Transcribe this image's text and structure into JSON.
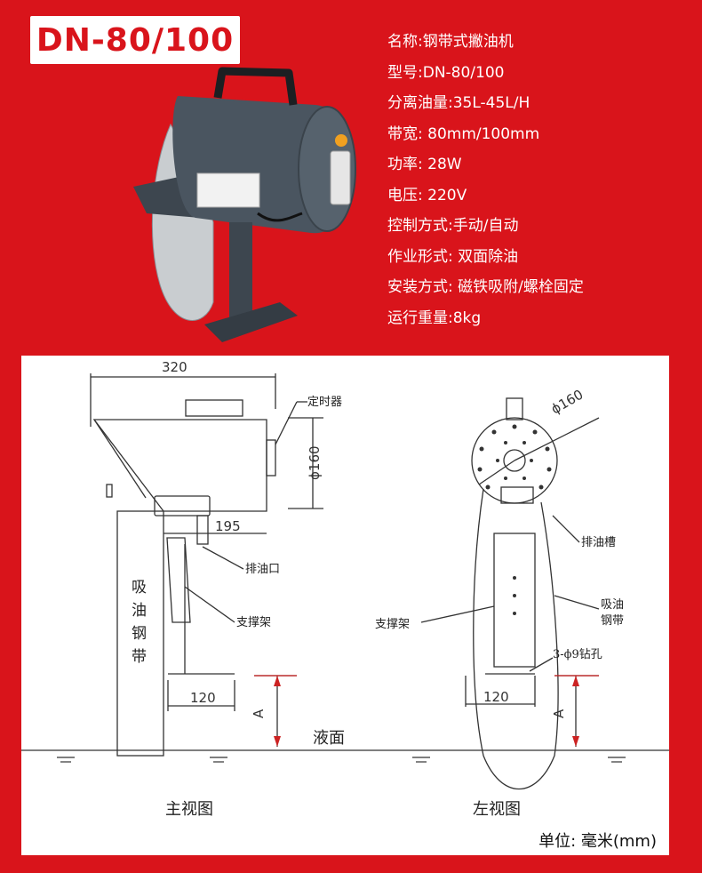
{
  "header": {
    "model_title": "DN-80/100"
  },
  "specs": [
    "名称:钢带式撇油机",
    "型号:DN-80/100",
    "分离油量:35L-45L/H",
    "带宽: 80mm/100mm",
    "功率: 28W",
    "电压: 220V",
    "控制方式:手动/自动",
    "作业形式:  双面除油",
    "安装方式:  磁铁吸附/螺栓固定",
    "运行重量:8kg"
  ],
  "drawing": {
    "front": {
      "dim_width": "320",
      "dim_diameter": "ϕ160",
      "dim_195": "195",
      "dim_120": "120",
      "label_timer": "定时器",
      "label_outlet": "排油口",
      "label_bracket": "支撑架",
      "belt_chars": [
        "吸",
        "油",
        "钢",
        "带"
      ],
      "dim_a": "A",
      "caption": "主视图"
    },
    "side": {
      "dim_diameter": "ϕ160",
      "dim_120": "120",
      "label_trough": "排油槽",
      "label_belt_1": "吸油",
      "label_belt_2": "钢带",
      "label_bracket": "支撑架",
      "label_holes": "3-ϕ9钻孔",
      "dim_a": "A",
      "caption": "左视图"
    },
    "liquid_level": "液面",
    "unit": "单位:  毫米(mm)"
  },
  "colors": {
    "brand_red": "#d9141b",
    "device_body": "#4a5560",
    "line": "#333333"
  }
}
